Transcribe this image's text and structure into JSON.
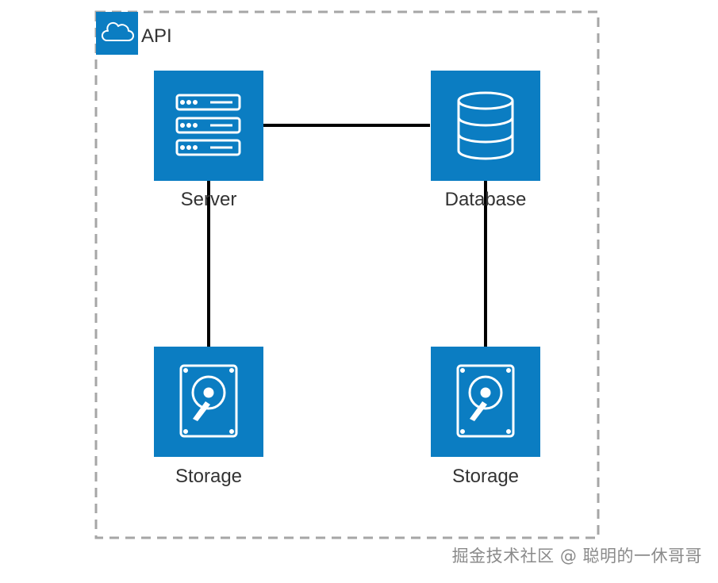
{
  "group": {
    "title": "API",
    "icon": "cloud-icon"
  },
  "nodes": [
    {
      "id": "server",
      "label": "Server",
      "icon": "server-rack-icon"
    },
    {
      "id": "database",
      "label": "Database",
      "icon": "database-cylinder-icon"
    },
    {
      "id": "storage_left",
      "label": "Storage",
      "icon": "hard-drive-icon"
    },
    {
      "id": "storage_right",
      "label": "Storage",
      "icon": "hard-drive-icon"
    }
  ],
  "edges": [
    {
      "from": "server",
      "to": "database"
    },
    {
      "from": "server",
      "to": "storage_left"
    },
    {
      "from": "database",
      "to": "storage_right"
    }
  ],
  "colors": {
    "node_fill": "#0b7dc2",
    "icon_stroke": "#ffffff",
    "edge": "#000000",
    "group_border": "#a6a6a6",
    "label_text": "#333333"
  },
  "watermark": "掘金技术社区 @ 聪明的一休哥哥"
}
